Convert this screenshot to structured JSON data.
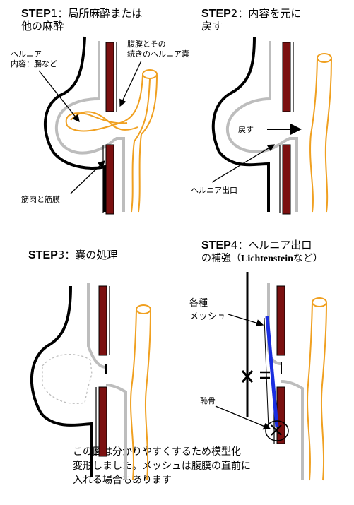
{
  "colors": {
    "muscle": "#7b1010",
    "peritoneum": "#bdbdbd",
    "sac": "#f0a020",
    "skin": "#000000",
    "mesh": "#1a2ee0"
  },
  "steps": [
    {
      "step": "STEP",
      "num": "1",
      "title_line1": "：局所麻酔または",
      "title_line2": "他の麻酔"
    },
    {
      "step": "STEP",
      "num": "2",
      "title_line1": "：内容を元に",
      "title_line2": "戻す"
    },
    {
      "step": "STEP",
      "num": "3",
      "title_line1": "：嚢の処理"
    },
    {
      "step": "STEP",
      "num": "4",
      "title_line1": "：ヘルニア出口",
      "title_line2_pre": "の補強（",
      "title_line2_bold": "Lichtenstein",
      "title_line2_post": "など）"
    }
  ],
  "labels": {
    "hernia_content_1": "ヘルニア",
    "hernia_content_2": "内容：腸など",
    "peritoneum_1": "腹膜とその",
    "peritoneum_2": "続きのヘルニア嚢",
    "muscle_fascia": "筋肉と筋膜",
    "return": "戻す",
    "hernia_exit": "ヘルニア出口",
    "mesh_1": "各種",
    "mesh_2": "メッシュ",
    "pubic_bone": "恥骨"
  },
  "note": {
    "line1": "この図は分かりやすくするため模型化",
    "line2": "変形しました。メッシュは腹膜の直前に",
    "line3": "入れる場合もあります"
  }
}
